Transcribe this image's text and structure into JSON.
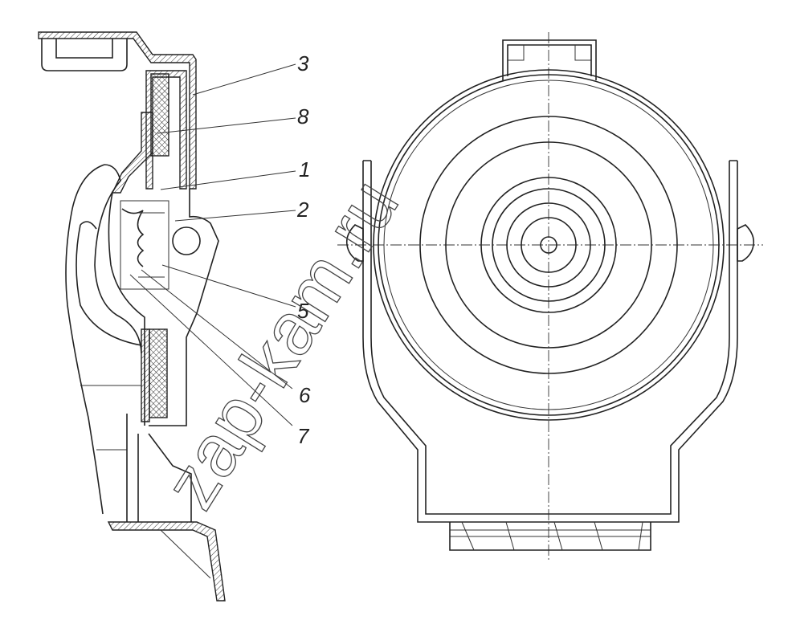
{
  "diagram": {
    "callouts": [
      {
        "id": "3",
        "label": "3"
      },
      {
        "id": "8",
        "label": "8"
      },
      {
        "id": "1",
        "label": "1"
      },
      {
        "id": "2",
        "label": "2"
      },
      {
        "id": "5",
        "label": "5"
      },
      {
        "id": "6",
        "label": "6"
      },
      {
        "id": "7",
        "label": "7"
      }
    ],
    "watermark": "zap-kam.ru",
    "colors": {
      "line": "#222222",
      "background": "#ffffff"
    }
  }
}
